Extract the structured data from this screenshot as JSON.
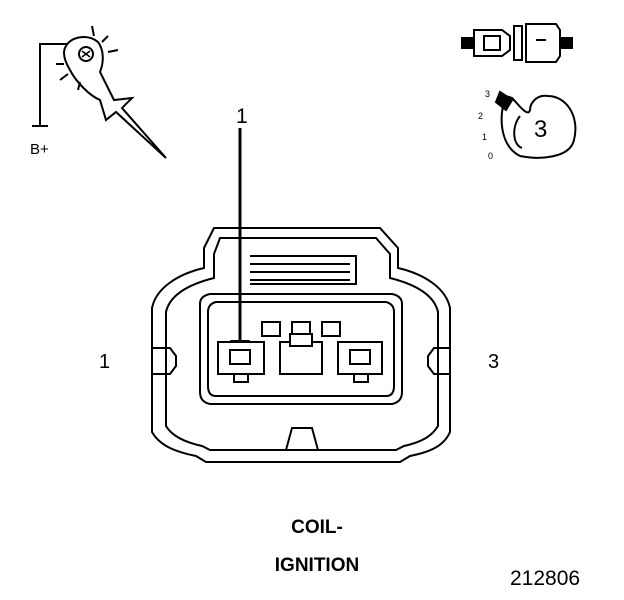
{
  "probe": {
    "label": "B+"
  },
  "terminal_callout": {
    "number": "1"
  },
  "connector": {
    "left_pin": "1",
    "right_pin": "3"
  },
  "key_icon": {
    "scale": [
      "3",
      "2",
      "1",
      "0"
    ],
    "number": "3"
  },
  "caption": {
    "line1": "COIL-",
    "line2": "IGNITION"
  },
  "figure_id": "212806"
}
